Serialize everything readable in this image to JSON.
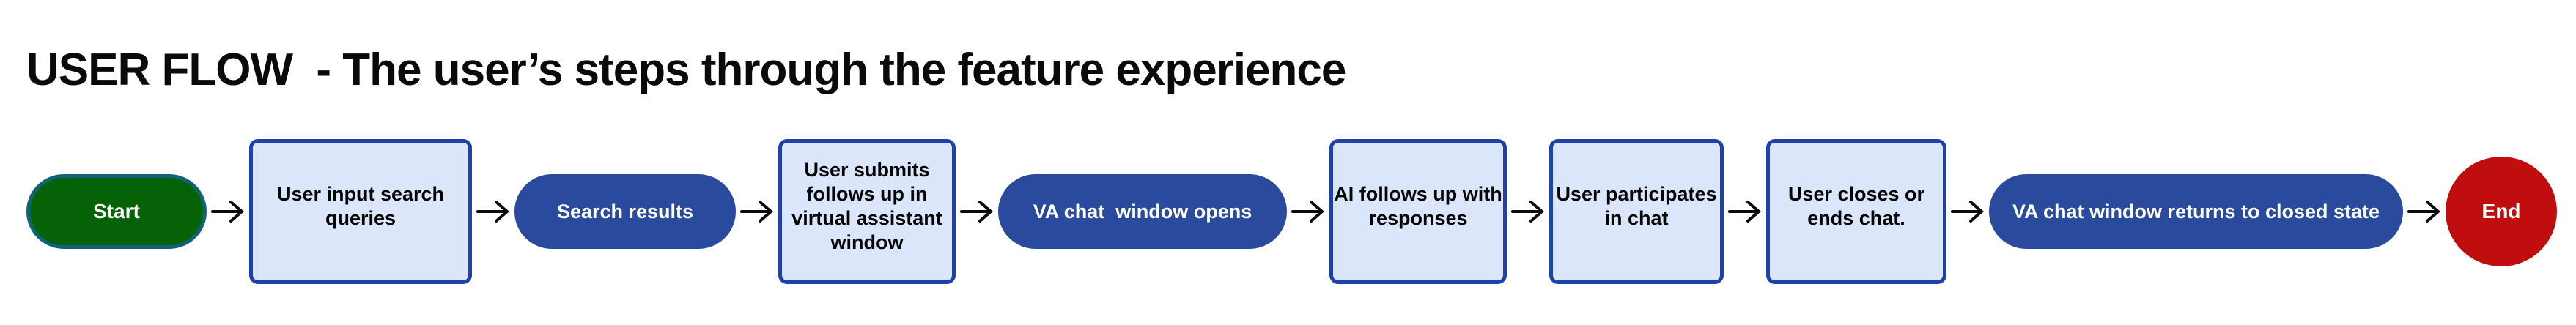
{
  "title": "USER FLOW  - The user’s steps through the feature experience",
  "colors": {
    "background": "#ffffff",
    "title_text": "#0a0a0a",
    "start_fill": "#066206",
    "start_border": "#0e6377",
    "process_fill": "#dbe6fa",
    "process_border": "#1e42ab",
    "action_pill_fill": "#2a4a9d",
    "end_fill": "#c00d0d",
    "node_text_light": "#ffffff",
    "node_text_dark": "#050505",
    "arrow": "#0b0b0b"
  },
  "flow": {
    "nodes": [
      {
        "id": "start",
        "type": "terminal-pill",
        "label": "Start"
      },
      {
        "id": "user-input-search-queries",
        "type": "process-rect",
        "label": "User input search\nqueries"
      },
      {
        "id": "search-results",
        "type": "pill",
        "label": "Search results"
      },
      {
        "id": "user-submits-follow-ups",
        "type": "process-rect",
        "label": "User submits\nfollows up in\nvirtual assistant\nwindow"
      },
      {
        "id": "va-chat-window-opens",
        "type": "pill",
        "label": "VA chat  window opens"
      },
      {
        "id": "ai-follows-up-with-responses",
        "type": "process-rect",
        "label": "AI follows up with\nresponses"
      },
      {
        "id": "user-participates-in-chat",
        "type": "process-rect",
        "label": "User participates\nin chat"
      },
      {
        "id": "user-closes-or-ends-chat",
        "type": "process-rect",
        "label": "User closes or\nends chat."
      },
      {
        "id": "va-chat-window-returns",
        "type": "pill",
        "label": "VA chat window returns to closed state"
      },
      {
        "id": "end",
        "type": "terminal-circle",
        "label": "End"
      }
    ]
  }
}
